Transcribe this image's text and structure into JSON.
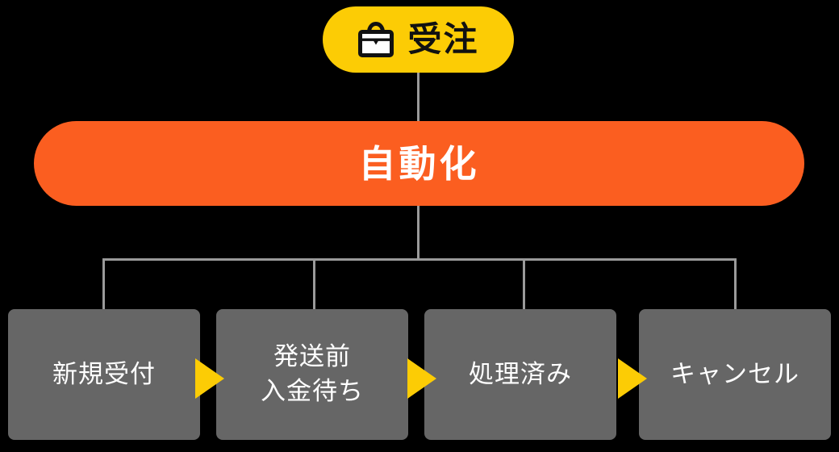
{
  "diagram": {
    "title_node": {
      "label": "受注",
      "icon": "shopping-bag-icon",
      "color": "#FCCC05",
      "text_color": "#111111"
    },
    "process_node": {
      "label": "自動化",
      "color": "#FB5E20",
      "text_color": "#FFFFFF"
    },
    "status_nodes": [
      {
        "label": "新規受付",
        "color": "#666666",
        "text_color": "#FFFFFF"
      },
      {
        "label": "発送前\n入金待ち",
        "color": "#666666",
        "text_color": "#FFFFFF"
      },
      {
        "label": "処理済み",
        "color": "#666666",
        "text_color": "#FFFFFF"
      },
      {
        "label": "キャンセル",
        "color": "#666666",
        "text_color": "#FFFFFF"
      }
    ],
    "arrows": [
      {
        "name": "flow-arrow-1",
        "color": "#FCCC05"
      },
      {
        "name": "flow-arrow-2",
        "color": "#FCCC05"
      },
      {
        "name": "flow-arrow-3",
        "color": "#FCCC05"
      }
    ],
    "connector_color": "#9A9A9A",
    "background_color": "#000000"
  }
}
